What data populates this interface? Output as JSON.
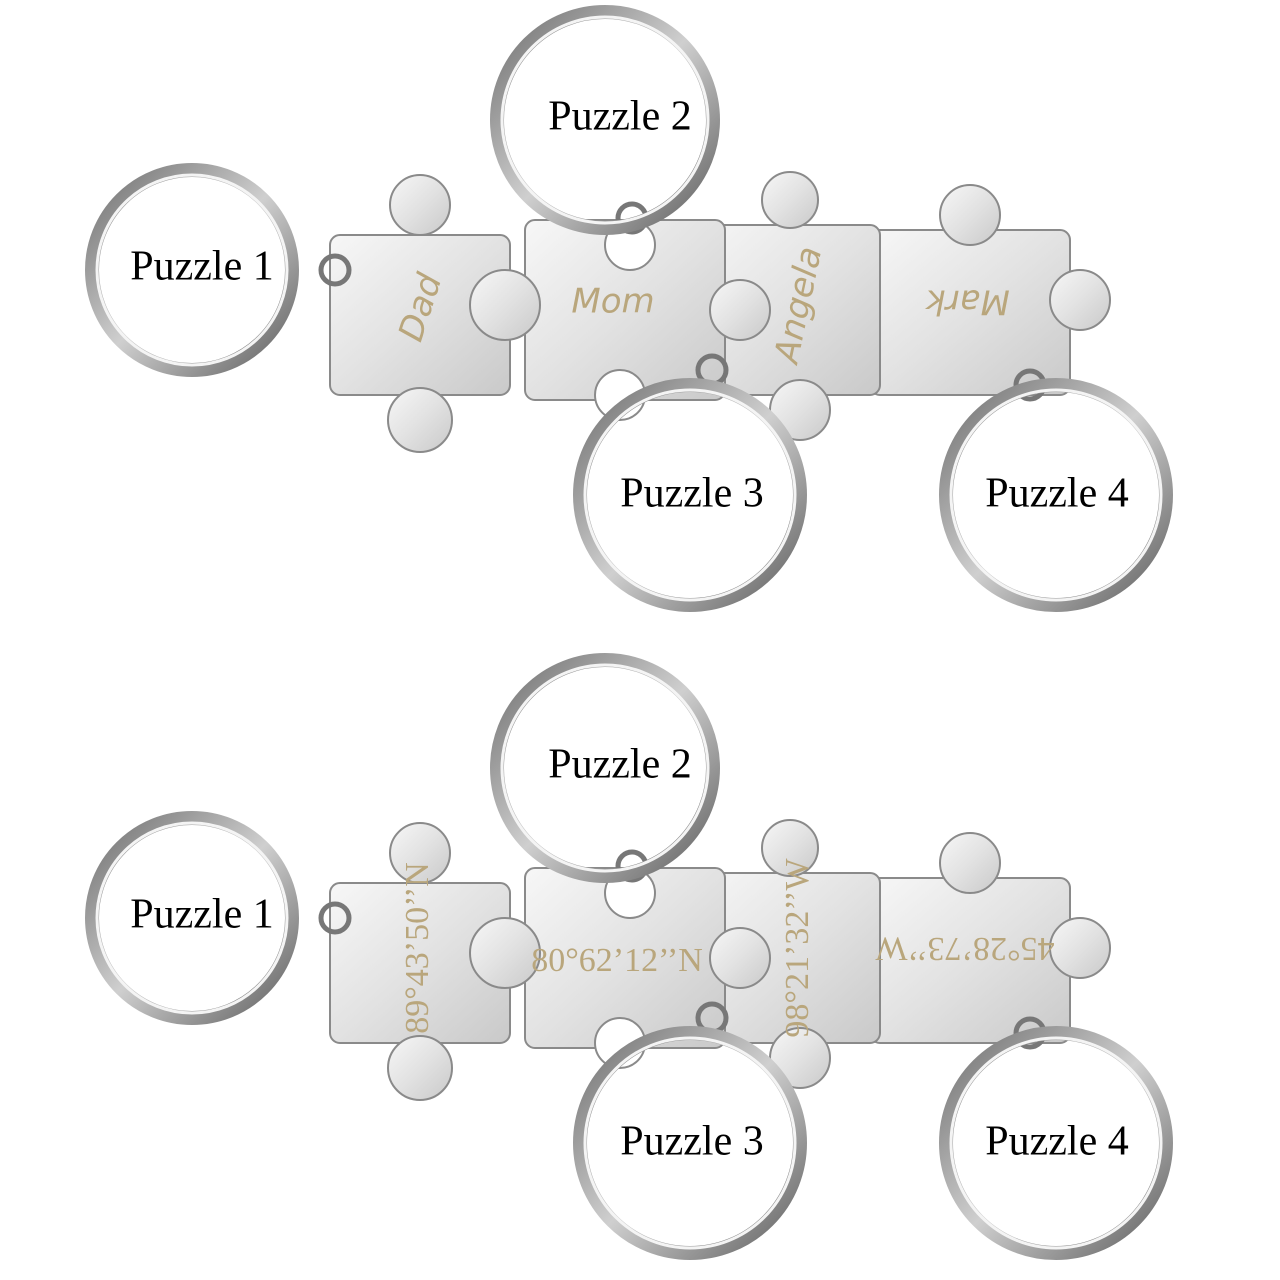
{
  "sets": [
    {
      "pieces": [
        {
          "ring_label": "Puzzle 1",
          "engraving": "Dad"
        },
        {
          "ring_label": "Puzzle 2",
          "engraving": "Mom"
        },
        {
          "ring_label": "Puzzle 3",
          "engraving": "Angela"
        },
        {
          "ring_label": "Puzzle 4",
          "engraving": "Mark"
        }
      ]
    },
    {
      "pieces": [
        {
          "ring_label": "Puzzle 1",
          "engraving": "89°43’50’’N"
        },
        {
          "ring_label": "Puzzle 2",
          "engraving": "80°62’12’’N"
        },
        {
          "ring_label": "Puzzle 3",
          "engraving": "98°21’32’’W"
        },
        {
          "ring_label": "Puzzle 4",
          "engraving": "45°28’73’’W"
        }
      ]
    }
  ],
  "colors": {
    "engraving": "#b9a67c",
    "metal": "#e6e6e6"
  }
}
